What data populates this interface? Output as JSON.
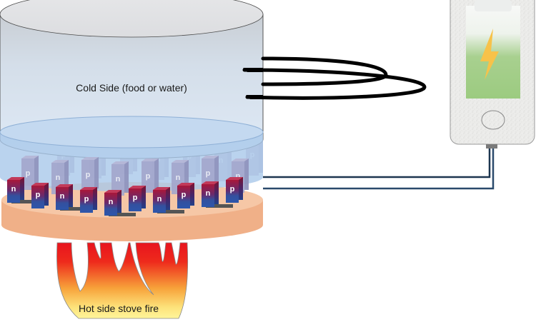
{
  "diagram": {
    "title": "Thermoelectric cooking pot phone charger",
    "labels": {
      "cold_side": "Cold Side (food or water)",
      "hot_side": "Hot side stove fire"
    },
    "thermoelectric_legs": {
      "front_row": [
        "n",
        "p",
        "n",
        "p",
        "n",
        "p",
        "n",
        "p",
        "n",
        "p"
      ],
      "middle_row": [
        "p",
        "n",
        "p",
        "n",
        "p",
        "n",
        "p",
        "n"
      ],
      "back_row": [
        "p",
        "n",
        "p",
        "n",
        "p",
        "n",
        "p"
      ]
    },
    "phone": {
      "screen_icon": "lightning-bolt-icon",
      "state": "charging"
    },
    "colors": {
      "pot_body": "#dce8f5",
      "pot_lid": "#e2e4e6",
      "cold_plate": "#a9c8ea",
      "hot_plate": "#f0b088",
      "n_type_top": "#b3173a",
      "p_type_bottom": "#2f52a8",
      "flame_outer": "#e8141e",
      "flame_inner": "#fff592",
      "wire": "#1d3650",
      "battery_fill": "#9dcb82",
      "bolt": "#f7c24a",
      "handle": "#000000"
    }
  }
}
